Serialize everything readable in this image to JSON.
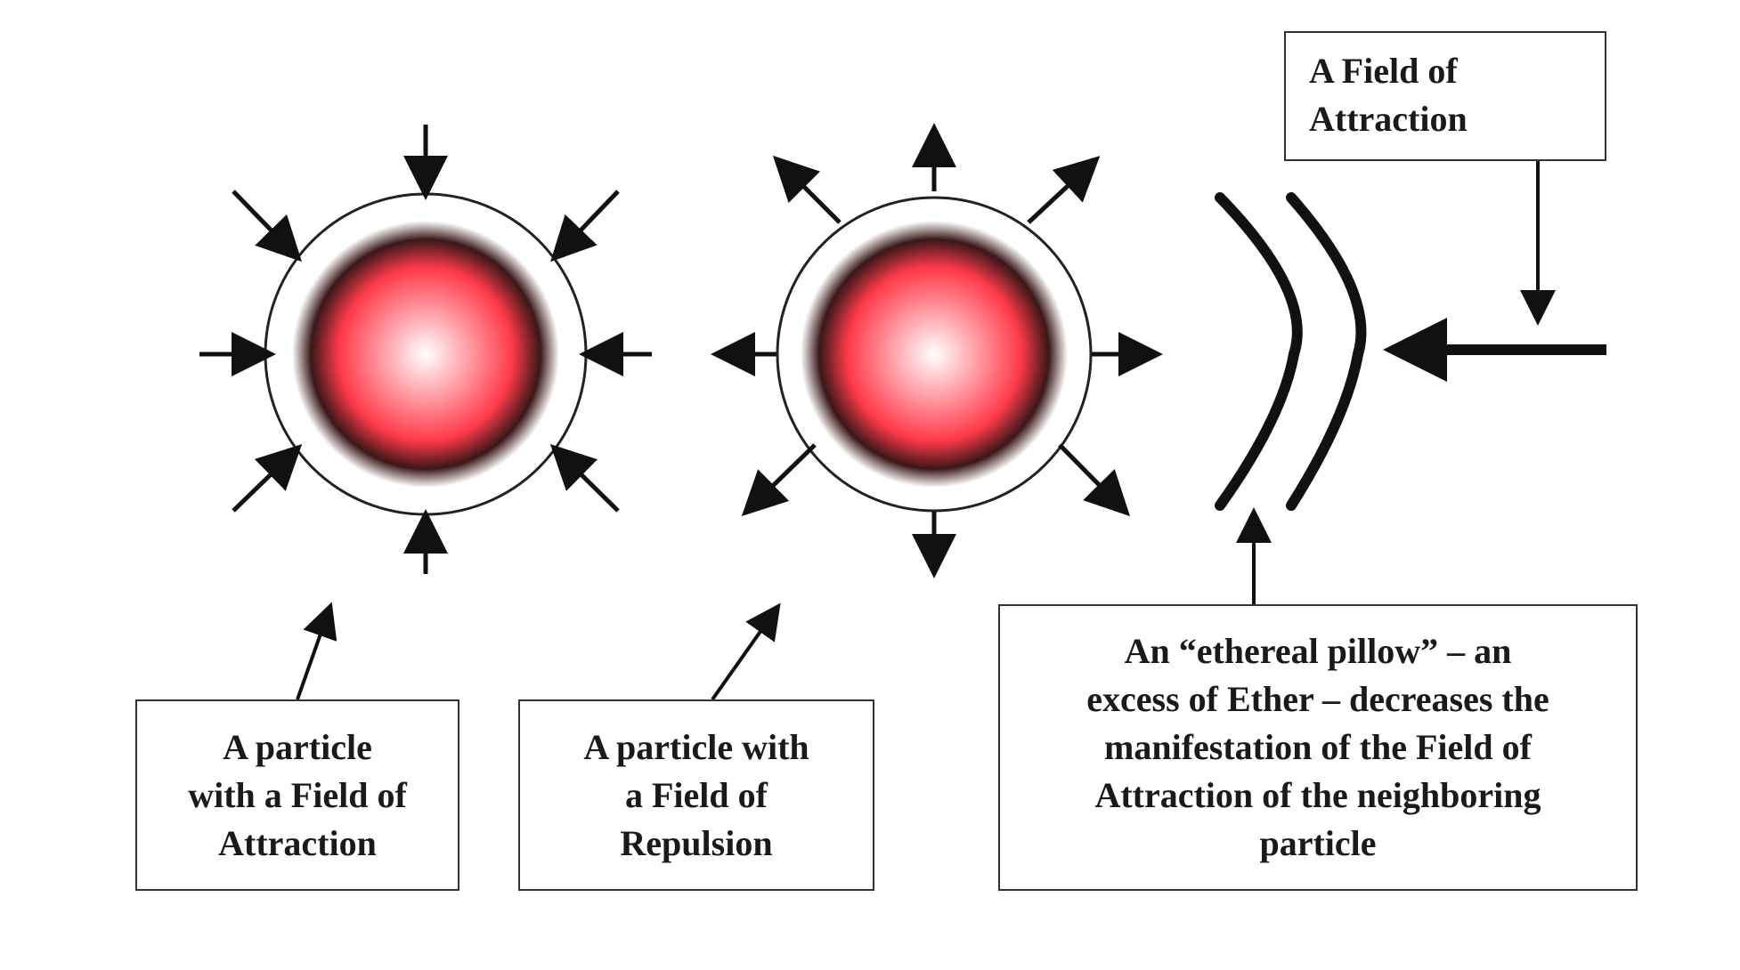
{
  "labels": {
    "field_of_attraction": "A Field of\nAttraction",
    "particle_attraction": "A particle\nwith a Field of\nAttraction",
    "particle_repulsion": "A particle with\na Field of\nRepulsion",
    "ethereal_pillow": "An “ethereal pillow” – an\nexcess of Ether – decreases the\nmanifestation of the Field of\nAttraction of the neighboring\nparticle"
  },
  "colors": {
    "core_center": "#ffffff",
    "core_mid": "#ff3a4a",
    "core_edge": "#3a1818",
    "halo": "#ffffff",
    "outline": "#222222",
    "arrow": "#111111",
    "box_border": "#333333"
  }
}
